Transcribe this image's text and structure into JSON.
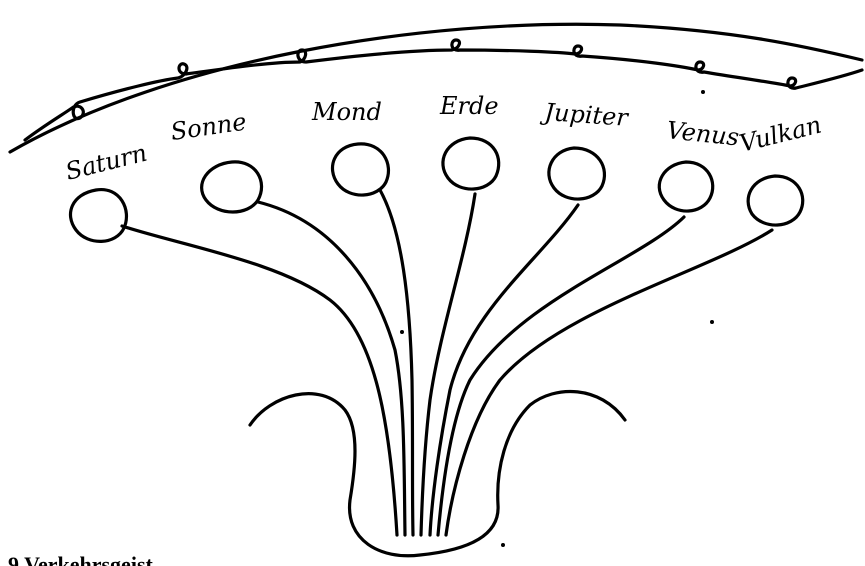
{
  "diagram": {
    "ink_color": "#000000",
    "background": "#ffffff",
    "bodies": [
      {
        "id": "saturn",
        "label": "Saturn"
      },
      {
        "id": "sonne",
        "label": "Sonne"
      },
      {
        "id": "mond",
        "label": "Mond"
      },
      {
        "id": "erde",
        "label": "Erde"
      },
      {
        "id": "jupiter",
        "label": "Jupiter"
      },
      {
        "id": "venus",
        "label": "Venus"
      },
      {
        "id": "vulkan",
        "label": "Vulkan"
      }
    ],
    "caption": "9 Verkehrsgeist"
  }
}
